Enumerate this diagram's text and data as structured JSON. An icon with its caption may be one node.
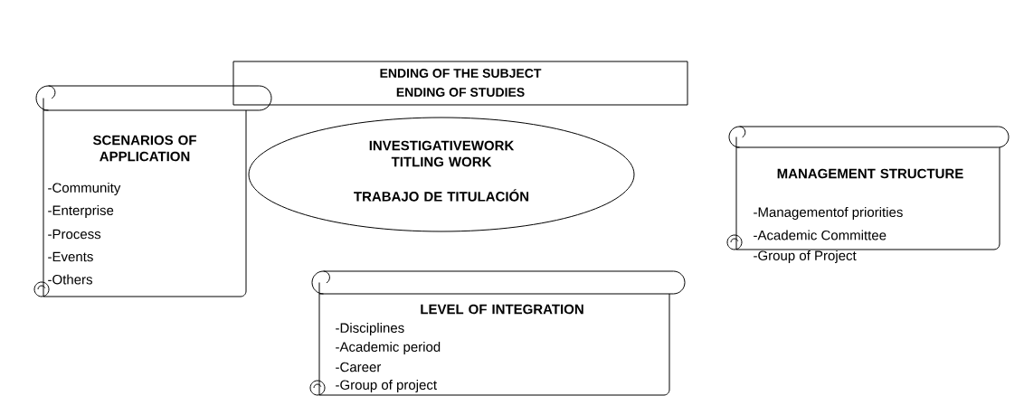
{
  "diagram": {
    "nodes": [
      {
        "text": [
          "ENDING OF THE SUBJECT",
          "ENDING OF STUDIES"
        ]
      },
      {
        "text": [
          "SCENARIOS OF APPLICATION",
          "-Community",
          "-Enterprise",
          "-Process",
          "-Events",
          "-Others"
        ]
      },
      {
        "text": [
          "INVESTIGATIVEWORK TITLING WORK",
          "TRABAJO DE TITULACIÓN"
        ]
      },
      {
        "text": [
          "MANAGEMENT STRUCTURE",
          "-Managementof priorities",
          "-Academic Committee",
          "-Group of Project"
        ]
      },
      {
        "text": [
          "LEVEL OF INTEGRATION",
          "-Disciplines",
          "-Academic period",
          "-Career",
          "-Group of project"
        ]
      }
    ]
  }
}
